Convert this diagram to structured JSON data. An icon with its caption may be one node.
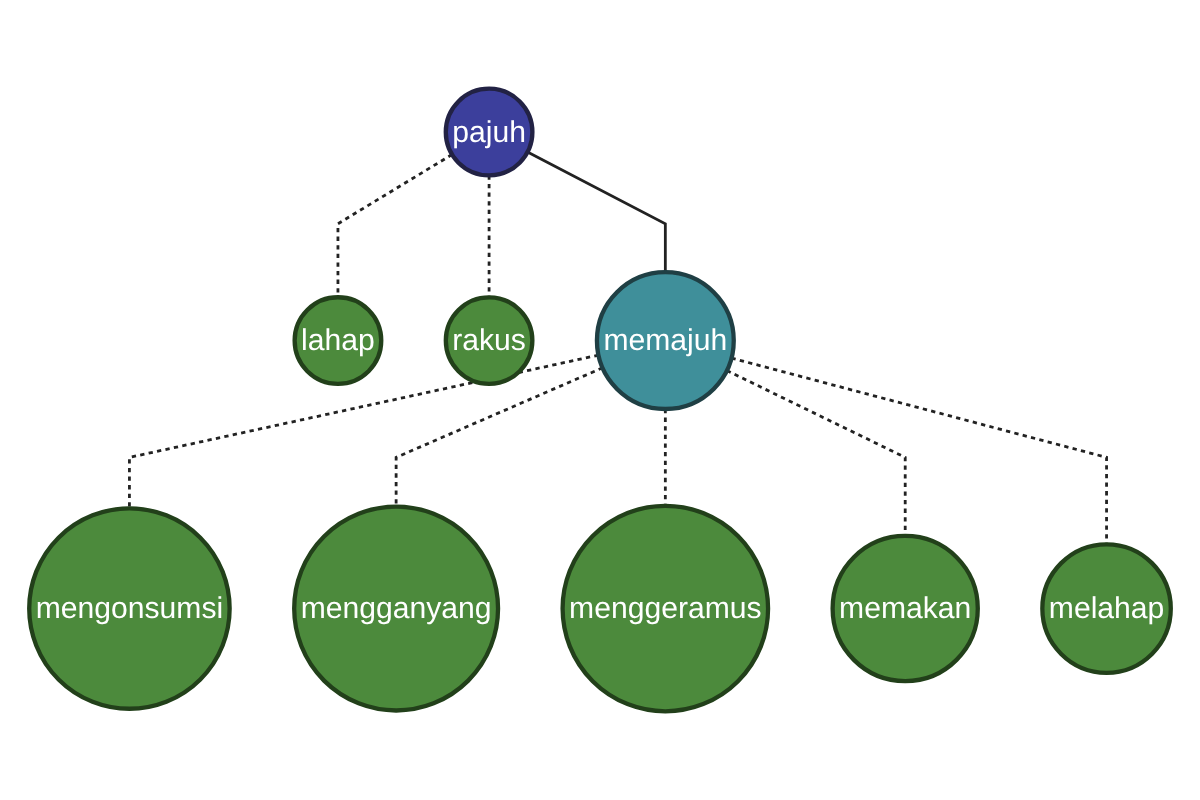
{
  "diagram": {
    "nodes": [
      {
        "text": [
          "lahap"
        ]
      },
      {
        "text": [
          "pajuh"
        ]
      },
      {
        "text": [
          "rakus"
        ]
      },
      {
        "text": [
          "mengonsumsi"
        ]
      },
      {
        "text": [
          "memajuh"
        ]
      },
      {
        "text": [
          "mengganyang"
        ]
      },
      {
        "text": [
          "menggeramus"
        ]
      },
      {
        "text": [
          "melahap"
        ]
      },
      {
        "text": [
          "memakan"
        ]
      }
    ],
    "edges": [
      {
        "from": 1,
        "to": 0,
        "arrow": "none",
        "style": "dashed"
      },
      {
        "from": 1,
        "to": 2,
        "arrow": "none",
        "style": "dashed"
      },
      {
        "from": 1,
        "to": 4,
        "arrow": "none"
      },
      {
        "from": 4,
        "to": 3,
        "arrow": "none",
        "style": "dashed"
      },
      {
        "from": 4,
        "to": 5,
        "arrow": "none",
        "style": "dashed"
      },
      {
        "from": 4,
        "to": 6,
        "arrow": "none",
        "style": "dashed"
      },
      {
        "from": 4,
        "to": 8,
        "arrow": "none",
        "style": "dashed"
      },
      {
        "from": 4,
        "to": 7,
        "arrow": "none",
        "style": "dashed"
      }
    ]
  }
}
